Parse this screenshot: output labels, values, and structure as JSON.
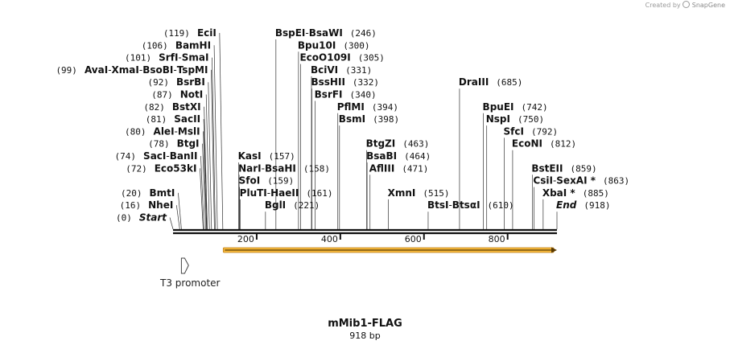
{
  "credit": {
    "prefix": "Created by",
    "brand": "SnapGene",
    "logo_icon": "snapgene-logo-icon"
  },
  "map": {
    "name": "mMib1-FLAG",
    "length_label": "918 bp",
    "length": 918,
    "ticks": [
      200,
      400,
      600,
      800
    ],
    "colors": {
      "backbone": "#111111",
      "feature_fill": "#f5b83d",
      "feature_stroke": "#c08019",
      "arrow": "#5a3a00",
      "line": "#333333"
    }
  },
  "features": [
    {
      "name": "T3 promoter",
      "start": 20,
      "end": 39,
      "direction": "forward",
      "kind": "promoter",
      "icon": "promoter-arrow-icon"
    },
    {
      "name": "",
      "start": 120,
      "end": 918,
      "direction": "forward",
      "kind": "orf",
      "icon": "orf-arrow-icon"
    }
  ],
  "enzymes": [
    {
      "id": "start",
      "terminal": true,
      "parts": [
        {
          "name": "Start",
          "pos": 0
        }
      ],
      "row": 15
    },
    {
      "id": "nhei",
      "parts": [
        {
          "name": "NheI",
          "pos": 16
        }
      ],
      "row": 14
    },
    {
      "id": "bmti",
      "parts": [
        {
          "name": "BmtI",
          "pos": 20
        }
      ],
      "row": 13
    },
    {
      "id": "eco53ki",
      "parts": [
        {
          "name": "Eco53kI",
          "pos": 72
        }
      ],
      "row": 11
    },
    {
      "id": "saci",
      "parts": [
        {
          "name": "SacI",
          "pos": 74
        },
        {
          "name": "BanII"
        }
      ],
      "row": 10
    },
    {
      "id": "btgi",
      "parts": [
        {
          "name": "BtgI",
          "pos": 78
        }
      ],
      "row": 9
    },
    {
      "id": "alei",
      "parts": [
        {
          "name": "AleI",
          "pos": 80
        },
        {
          "name": "MslI"
        }
      ],
      "row": 8
    },
    {
      "id": "sacii",
      "parts": [
        {
          "name": "SacII",
          "pos": 81
        }
      ],
      "row": 7
    },
    {
      "id": "bstxi",
      "parts": [
        {
          "name": "BstXI",
          "pos": 82
        }
      ],
      "row": 6
    },
    {
      "id": "noti",
      "parts": [
        {
          "name": "NotI",
          "pos": 87
        }
      ],
      "row": 5
    },
    {
      "id": "bsrbi",
      "parts": [
        {
          "name": "BsrBI",
          "pos": 92
        }
      ],
      "row": 4
    },
    {
      "id": "avai",
      "parts": [
        {
          "name": "AvaI",
          "pos": 99
        },
        {
          "name": "XmaI"
        },
        {
          "name": "BsoBI"
        },
        {
          "name": "TspMI"
        }
      ],
      "row": 3
    },
    {
      "id": "srfi",
      "parts": [
        {
          "name": "SrfI",
          "pos": 101
        },
        {
          "name": "SmaI"
        }
      ],
      "row": 2
    },
    {
      "id": "bamhi",
      "parts": [
        {
          "name": "BamHI",
          "pos": 106
        }
      ],
      "row": 1
    },
    {
      "id": "ecii",
      "parts": [
        {
          "name": "EciI",
          "pos": 119
        }
      ],
      "row": 0
    },
    {
      "id": "kasi",
      "parts": [
        {
          "name": "KasI",
          "pos": 157
        }
      ],
      "row": 10
    },
    {
      "id": "nari",
      "parts": [
        {
          "name": "NarI"
        },
        {
          "name": "BsaHI",
          "pos": 158
        }
      ],
      "row": 11
    },
    {
      "id": "sfoi",
      "parts": [
        {
          "name": "SfoI",
          "pos": 159
        }
      ],
      "row": 12
    },
    {
      "id": "pluti",
      "parts": [
        {
          "name": "PluTI"
        },
        {
          "name": "HaeII",
          "pos": 161
        }
      ],
      "row": 13
    },
    {
      "id": "bglI",
      "parts": [
        {
          "name": "BglI",
          "pos": 221
        }
      ],
      "row": 14
    },
    {
      "id": "bspei",
      "parts": [
        {
          "name": "BspEI"
        },
        {
          "name": "BsaWI",
          "pos": 246
        }
      ],
      "row": 0
    },
    {
      "id": "bpu10i",
      "parts": [
        {
          "name": "Bpu10I",
          "pos": 300
        }
      ],
      "row": 1
    },
    {
      "id": "eco0109i",
      "parts": [
        {
          "name": "EcoO109I",
          "pos": 305
        }
      ],
      "row": 2
    },
    {
      "id": "bcivi",
      "parts": [
        {
          "name": "BciVI",
          "pos": 331
        }
      ],
      "row": 3
    },
    {
      "id": "bsshii",
      "parts": [
        {
          "name": "BssHII",
          "pos": 332
        }
      ],
      "row": 4
    },
    {
      "id": "bsrfi",
      "parts": [
        {
          "name": "BsrFI",
          "pos": 340
        }
      ],
      "row": 5
    },
    {
      "id": "pflmi",
      "parts": [
        {
          "name": "PflMI",
          "pos": 394
        }
      ],
      "row": 6
    },
    {
      "id": "bsmi",
      "parts": [
        {
          "name": "BsmI",
          "pos": 398
        }
      ],
      "row": 7
    },
    {
      "id": "btgzi",
      "parts": [
        {
          "name": "BtgZI",
          "pos": 463
        }
      ],
      "row": 9
    },
    {
      "id": "bsabi",
      "parts": [
        {
          "name": "BsaBI",
          "pos": 464
        }
      ],
      "row": 10
    },
    {
      "id": "afliii",
      "parts": [
        {
          "name": "AflIII",
          "pos": 471
        }
      ],
      "row": 11
    },
    {
      "id": "xmni",
      "parts": [
        {
          "name": "XmnI",
          "pos": 515
        }
      ],
      "row": 13
    },
    {
      "id": "btsi",
      "parts": [
        {
          "name": "BtsI"
        },
        {
          "name": "BtsαI",
          "pos": 610
        }
      ],
      "row": 14
    },
    {
      "id": "draiii",
      "parts": [
        {
          "name": "DraIII",
          "pos": 685
        }
      ],
      "row": 4
    },
    {
      "id": "bpuei",
      "parts": [
        {
          "name": "BpuEI",
          "pos": 742
        }
      ],
      "row": 6
    },
    {
      "id": "nspi",
      "parts": [
        {
          "name": "NspI",
          "pos": 750
        }
      ],
      "row": 7
    },
    {
      "id": "sfci",
      "parts": [
        {
          "name": "SfcI",
          "pos": 792
        }
      ],
      "row": 8
    },
    {
      "id": "econi",
      "parts": [
        {
          "name": "EcoNI",
          "pos": 812
        }
      ],
      "row": 9
    },
    {
      "id": "bsteii",
      "parts": [
        {
          "name": "BstEII",
          "pos": 859
        }
      ],
      "row": 11
    },
    {
      "id": "csii",
      "parts": [
        {
          "name": "CsiI"
        },
        {
          "name": "SexAI *",
          "pos": 863
        }
      ],
      "row": 12
    },
    {
      "id": "xbai",
      "parts": [
        {
          "name": "XbaI *",
          "pos": 885
        }
      ],
      "row": 13
    },
    {
      "id": "end",
      "terminal": true,
      "parts": [
        {
          "name": "End",
          "pos": 918
        }
      ],
      "row": 14
    }
  ]
}
